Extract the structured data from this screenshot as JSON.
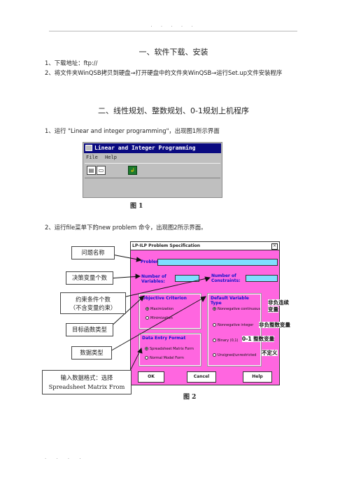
{
  "header": {
    "dots": "· · · · ·"
  },
  "footer": {
    "dots": "· · · ·"
  },
  "section1": {
    "title": "一、软件下载、安装",
    "line1": "1、下载地址：ftp://",
    "line2": "2、将文件夹WinQSB拷贝到硬盘→打开硬盘中的文件夹WinQSB→运行Set.up文件安装程序"
  },
  "section2": {
    "title": "二、线性规划、整数规划、0-1规划上机程序",
    "step1": "1、运行 \"Linear and integer programming\"，出现图1所示界面",
    "step2": "2、运行file菜单下的new problem 命令，出现图2所示界面。"
  },
  "fig1": {
    "caption": "图 1",
    "window_title": "Linear and Integer Programming",
    "menu": [
      "File",
      "Help"
    ],
    "tool_icons": [
      "new-file-icon",
      "open-folder-icon",
      "run-icon"
    ]
  },
  "fig2": {
    "caption": "图  2",
    "dialog_title": "LP-ILP Problem Specification",
    "close": "×",
    "problem_title_label": "Problem Title:",
    "num_vars_label": [
      "Number of",
      "Variables:"
    ],
    "num_cons_label": [
      "Number of",
      "Constraints:"
    ],
    "objective_title": "Objective Criterion",
    "objective_options": [
      "Maximization",
      "Minimization"
    ],
    "format_title": "Data Entry Format",
    "format_options": [
      "Spreadsheet Matrix Form",
      "Normal Model Form"
    ],
    "vartype_title": "Default Variable Type",
    "vartype_options": [
      "Nonnegative continuous",
      "Nonnegative integer",
      "Binary (0,1)",
      "Unsigned/unrestricted"
    ],
    "buttons": [
      "OK",
      "Cancel",
      "Help"
    ],
    "right_notes": {
      "continuous": [
        "非负连续",
        "变量"
      ],
      "integer": "非负整数变量",
      "binary": "0-1 整数变量",
      "unrestricted": "不定义"
    },
    "callouts": {
      "problem_name": "问题名称",
      "num_vars": "决策变量个数",
      "num_cons": [
        "约束条件个数",
        "（不含变量约束）"
      ],
      "objective_type": "目标函数类型",
      "data_type": "数据类型",
      "input_format": [
        "输入数据格式：选择",
        "Spreadsheet Matrix From"
      ]
    }
  },
  "colors": {
    "dialog_bg": "#ff66e0",
    "field": "#7fdfff",
    "label": "#1111cc",
    "titlebar": "#0a0a80"
  }
}
